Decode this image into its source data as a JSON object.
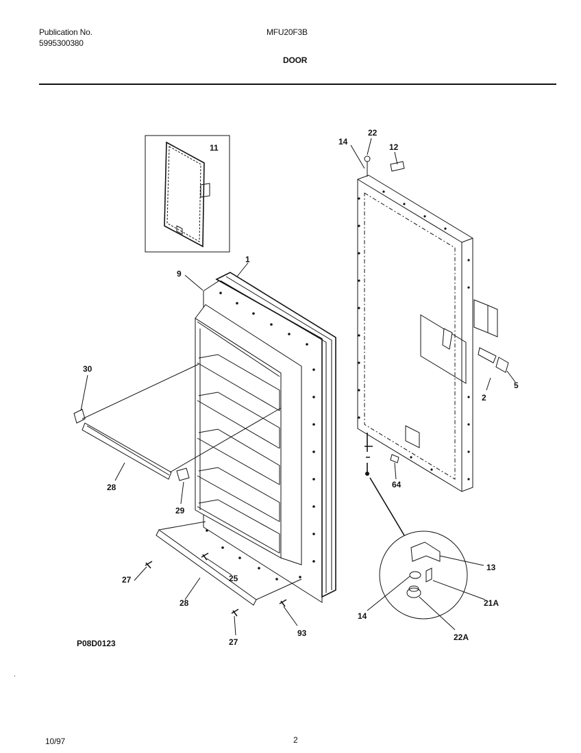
{
  "header": {
    "publication_label": "Publication No.",
    "publication_number": "5995300380",
    "model": "MFU20F3B",
    "section": "DOOR"
  },
  "footer": {
    "figure_code": "P08D0123",
    "date": "10/97",
    "page": "2"
  },
  "callouts": {
    "c1": "1",
    "c2": "2",
    "c5": "5",
    "c9": "9",
    "c11": "11",
    "c12": "12",
    "c13": "13",
    "c14a": "14",
    "c14b": "14",
    "c21a": "21A",
    "c22": "22",
    "c22a": "22A",
    "c25": "25",
    "c27a": "27",
    "c27b": "27",
    "c28a": "28",
    "c28b": "28",
    "c29": "29",
    "c30": "30",
    "c64": "64",
    "c93": "93"
  }
}
